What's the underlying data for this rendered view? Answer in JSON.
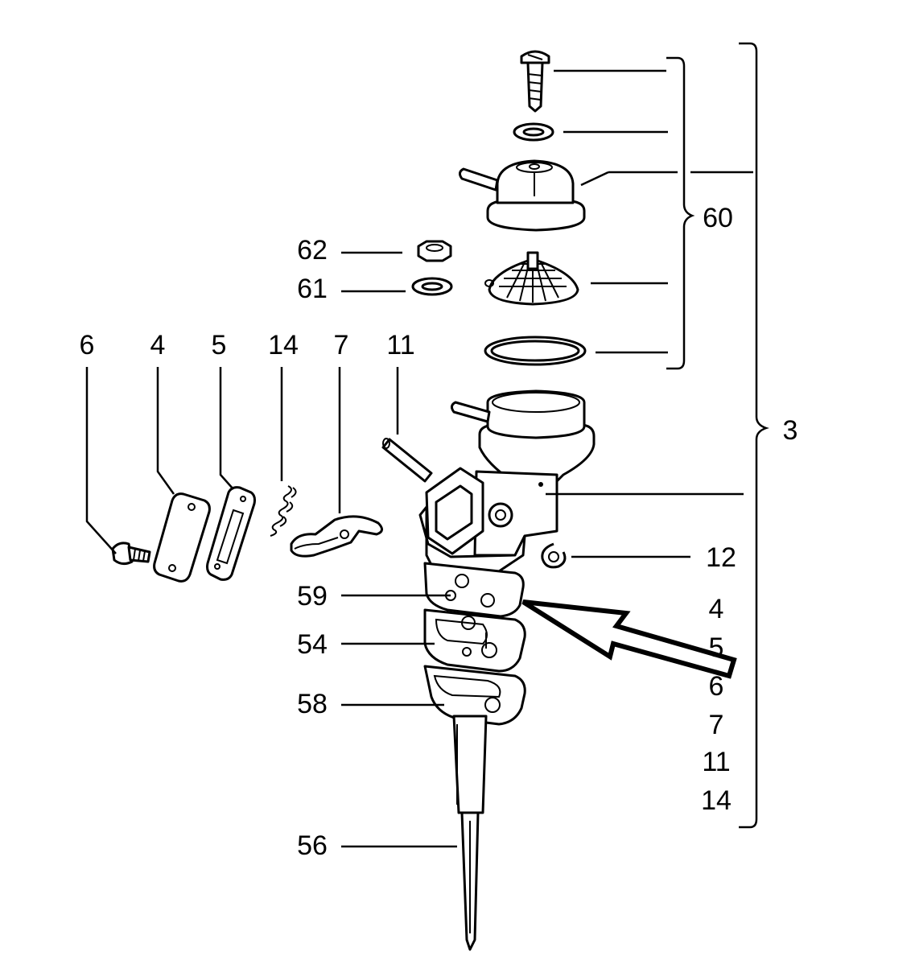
{
  "callouts": {
    "c6": "6",
    "c4": "4",
    "c5": "5",
    "c14": "14",
    "c7": "7",
    "c11": "11",
    "c62": "62",
    "c61": "61",
    "c60": "60",
    "c3": "3",
    "c12": "12",
    "c59": "59",
    "c54": "54",
    "c58": "58",
    "c56": "56"
  },
  "kit_list": [
    "4",
    "5",
    "6",
    "7",
    "11",
    "14"
  ],
  "colors": {
    "line": "#000000",
    "background": "#ffffff"
  },
  "icons": {
    "indicator": "arrow-icon"
  }
}
